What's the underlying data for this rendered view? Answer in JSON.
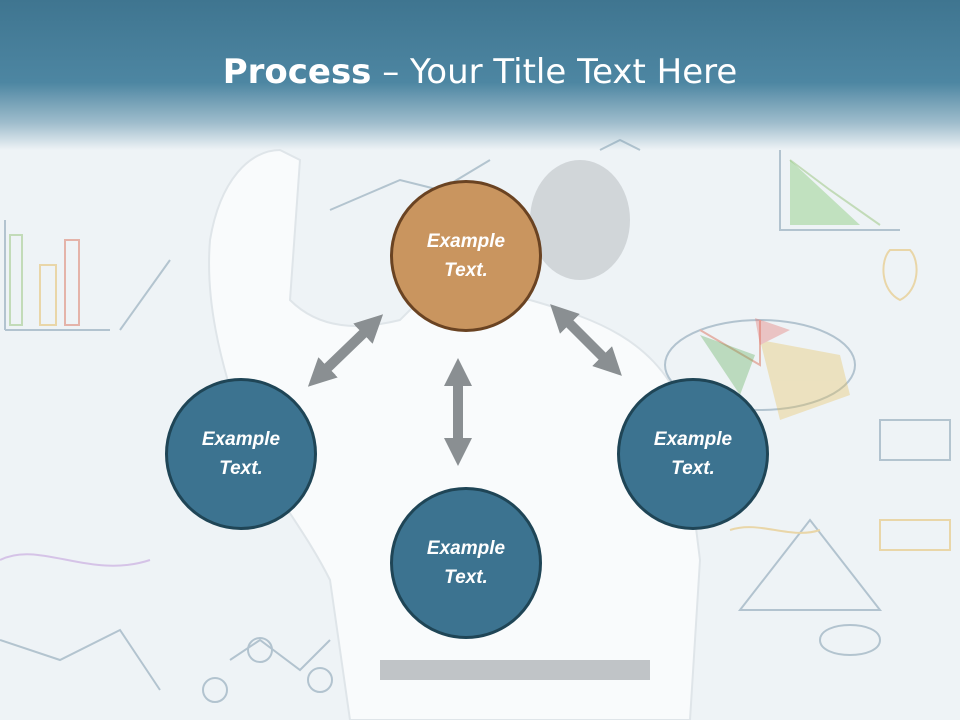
{
  "slide": {
    "title_bold": "Process",
    "title_rest": " – Your Title Text Here"
  },
  "nodes": {
    "top": {
      "label": "Example\nText."
    },
    "left": {
      "label": "Example\nText."
    },
    "right": {
      "label": "Example\nText."
    },
    "bottom": {
      "label": "Example\nText."
    }
  },
  "colors": {
    "header": "#4d86a2",
    "node_blue": "#3c7390",
    "node_orange": "#c9955f",
    "arrow": "#8a8f92"
  }
}
